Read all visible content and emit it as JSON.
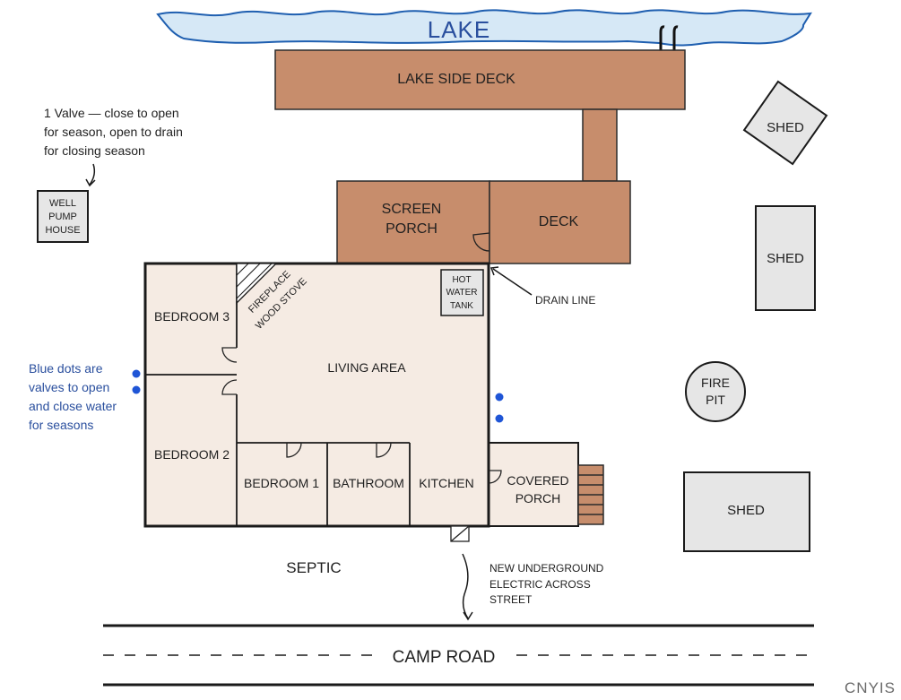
{
  "colors": {
    "lake": "#d6e8f6",
    "lake_edge": "#1f5fb0",
    "deck": "#c78d6c",
    "house_floor": "#f5ebe3",
    "shed": "#e6e6e6",
    "valve_dot": "#1f55d6",
    "wall": "#1a1a1a"
  },
  "labels": {
    "lake": "LAKE",
    "lake_side_deck": "LAKE SIDE DECK",
    "screen_porch": [
      "SCREEN",
      "PORCH"
    ],
    "deck": "DECK",
    "shed_top": "SHED",
    "shed_middle": "SHED",
    "shed_bottom": "SHED",
    "fire_pit": [
      "FIRE",
      "PIT"
    ],
    "well_pump_house": [
      "WELL",
      "PUMP",
      "HOUSE"
    ],
    "valve_note": [
      "1 Valve — close to open",
      "for season, open to drain",
      "for closing season"
    ],
    "blue_dots_note": [
      "Blue dots are",
      "valves to open",
      "and close water",
      "for seasons"
    ],
    "hot_water_tank": [
      "HOT",
      "WATER",
      "TANK"
    ],
    "drain_line": "DRAIN LINE",
    "fireplace": [
      "FIREPLACE",
      "WOOD STOVE"
    ],
    "living_area": "LIVING AREA",
    "bedroom_3": "BEDROOM 3",
    "bedroom_2": "BEDROOM 2",
    "bedroom_1": "BEDROOM 1",
    "bathroom": "BATHROOM",
    "kitchen": "KITCHEN",
    "covered_porch": [
      "COVERED",
      "PORCH"
    ],
    "septic": "SEPTIC",
    "electric_note": [
      "NEW UNDERGROUND",
      "ELECTRIC ACROSS",
      "STREET"
    ],
    "camp_road": "CAMP ROAD",
    "watermark": "CNYIS"
  },
  "icons": [
    "ladder-icon",
    "door-swing-icon",
    "arrow-icon",
    "valve-dot-icon",
    "steps-icon"
  ]
}
